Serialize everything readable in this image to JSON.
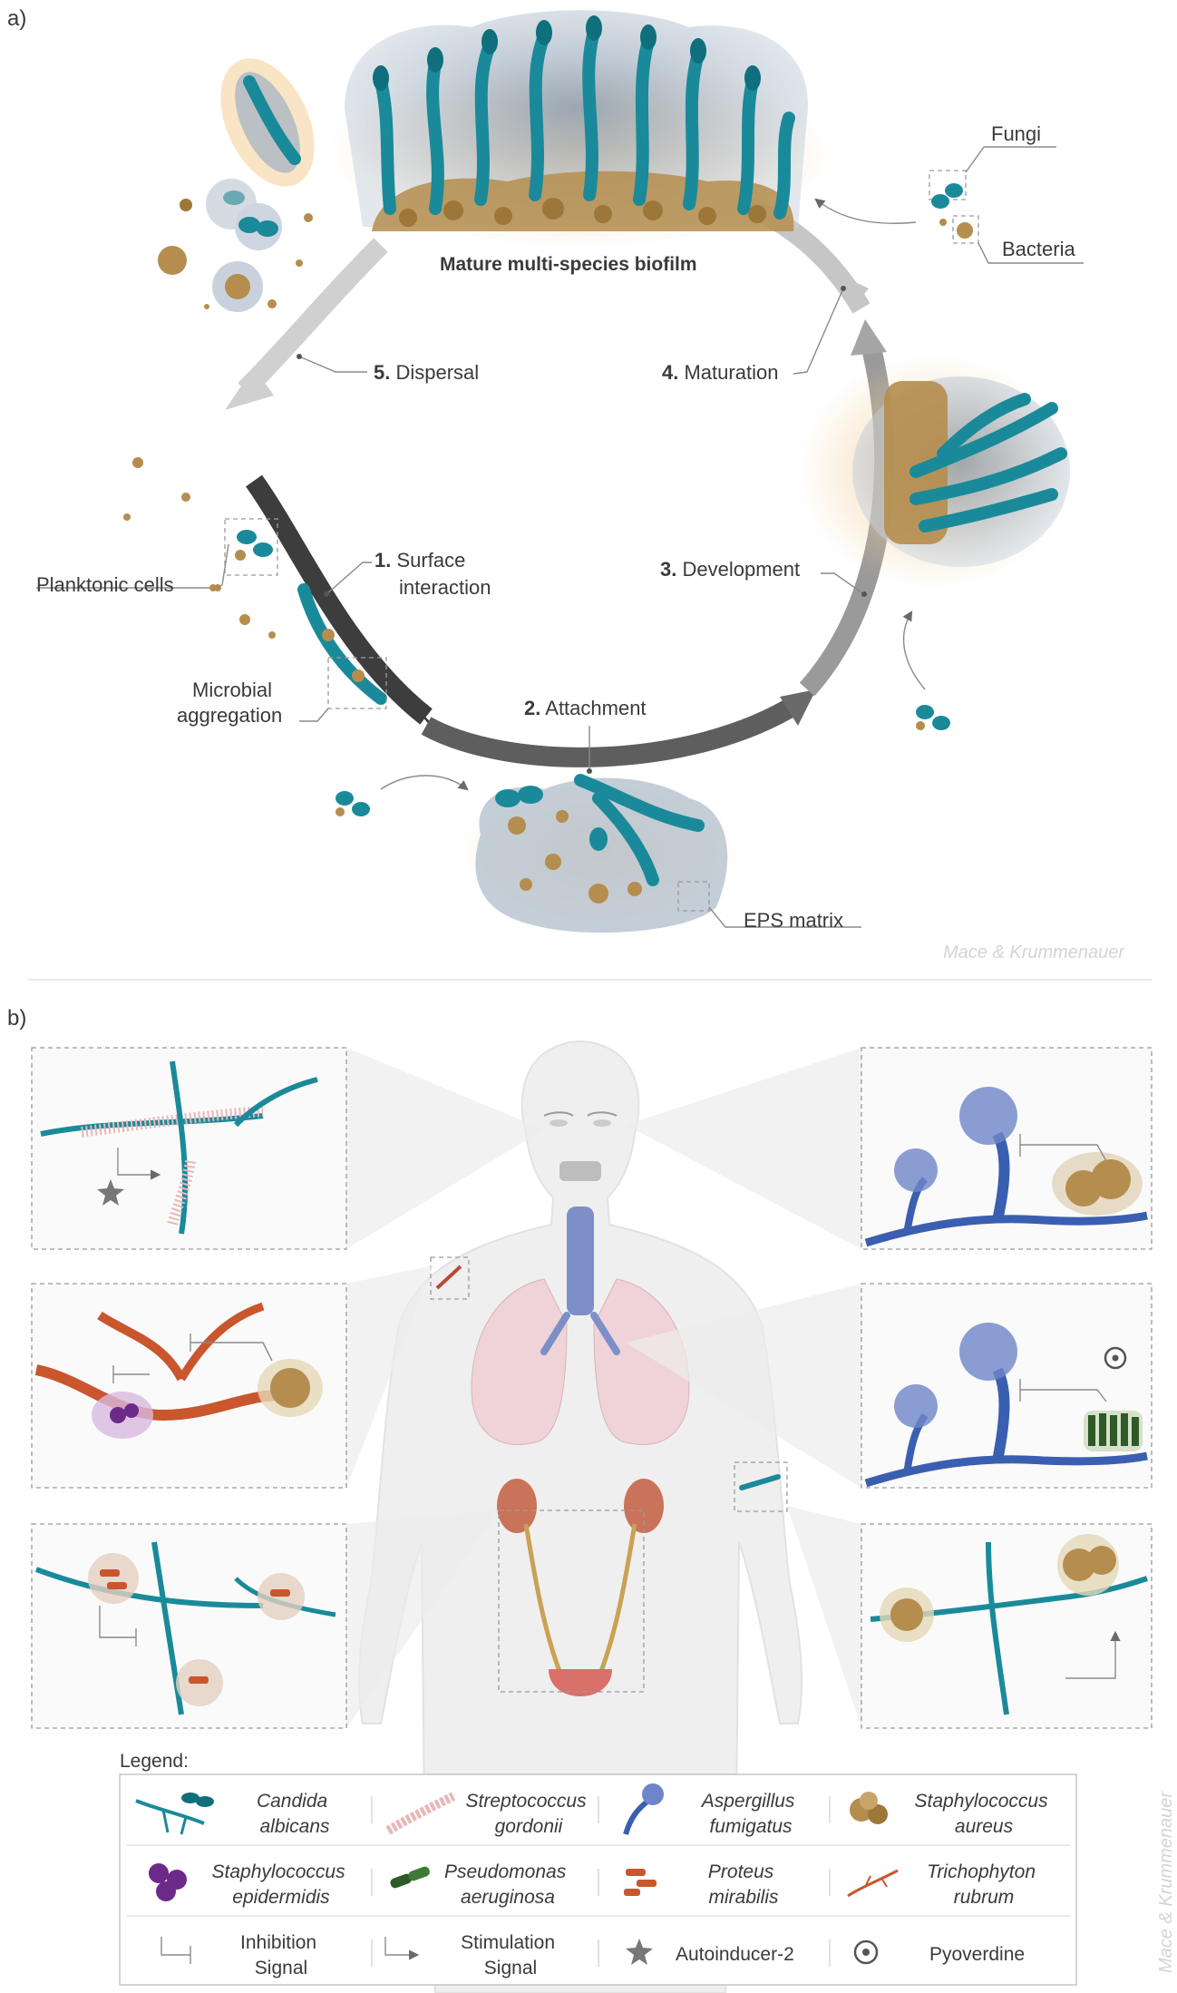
{
  "panel_a": {
    "letter": "a)",
    "title": "Mature multi-species biofilm",
    "stages": [
      {
        "num": "1.",
        "text": "Surface",
        "text2": "interaction"
      },
      {
        "num": "2.",
        "text": "Attachment"
      },
      {
        "num": "3.",
        "text": "Development"
      },
      {
        "num": "4.",
        "text": "Maturation"
      },
      {
        "num": "5.",
        "text": "Dispersal"
      }
    ],
    "labels": {
      "fungi": "Fungi",
      "bacteria": "Bacteria",
      "planktonic": "Planktonic cells",
      "aggregation_1": "Microbial",
      "aggregation_2": "aggregation",
      "eps": "EPS matrix"
    },
    "credit": "Mace & Krummenauer"
  },
  "panel_b": {
    "letter": "b)",
    "credit": "Mace & Krummenauer"
  },
  "legend": {
    "title": "Legend:",
    "row1": [
      {
        "l1": "Candida",
        "l2": "albicans"
      },
      {
        "l1": "Streptococcus",
        "l2": "gordonii"
      },
      {
        "l1": "Aspergillus",
        "l2": "fumigatus"
      },
      {
        "l1": "Staphylococcus",
        "l2": "aureus"
      }
    ],
    "row2": [
      {
        "l1": "Staphylococcus",
        "l2": "epidermidis"
      },
      {
        "l1": "Pseudomonas",
        "l2": "aeruginosa"
      },
      {
        "l1": "Proteus",
        "l2": "mirabilis"
      },
      {
        "l1": "Trichophyton",
        "l2": "rubrum"
      }
    ],
    "row3": [
      {
        "l1": "Inhibition",
        "l2": "Signal"
      },
      {
        "l1": "Stimulation",
        "l2": "Signal"
      },
      {
        "l1": "Autoinducer-2"
      },
      {
        "l1": "Pyoverdine"
      }
    ]
  },
  "colors": {
    "candida": "#1a8a9a",
    "bacteria": "#b58d4e",
    "aspergillus": "#3b5fb0",
    "matrix": "#aab6c4",
    "glow": "#f6d9ae",
    "arrow_dark": "#444444",
    "arrow_light": "#c9c9c9"
  }
}
